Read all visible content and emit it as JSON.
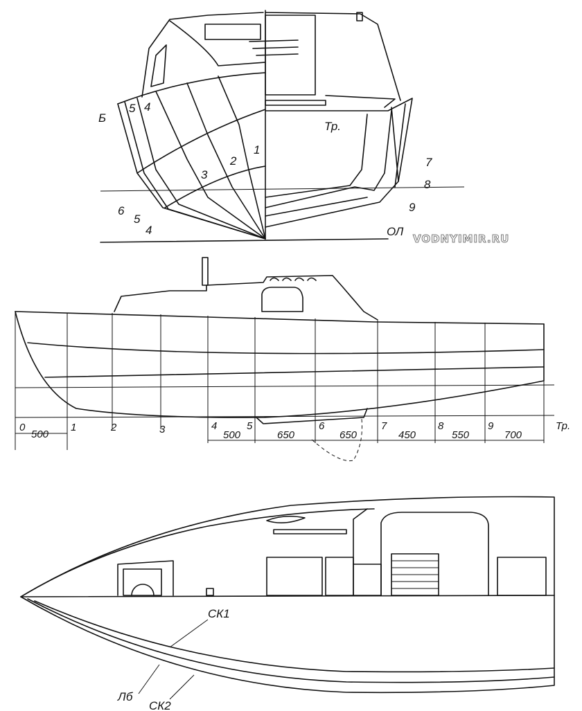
{
  "watermark": "VODNYIMIR.RU",
  "body_plan": {
    "sheer_labels": [
      "Б",
      "5",
      "4"
    ],
    "chine_labels": [
      "6",
      "5",
      "4"
    ],
    "station_labels": [
      "1",
      "2",
      "3"
    ],
    "stern_labels": [
      "Тр.",
      "7",
      "8",
      "9"
    ],
    "baseline_label": "ОЛ"
  },
  "profile": {
    "stations": [
      "0",
      "1",
      "2",
      "3",
      "4",
      "5",
      "6",
      "7",
      "8",
      "9",
      "Тр."
    ],
    "dimensions": [
      "500",
      "500",
      "650",
      "650",
      "450",
      "550",
      "700"
    ]
  },
  "plan": {
    "labels": [
      "СК1",
      "Лб",
      "СК2"
    ]
  }
}
